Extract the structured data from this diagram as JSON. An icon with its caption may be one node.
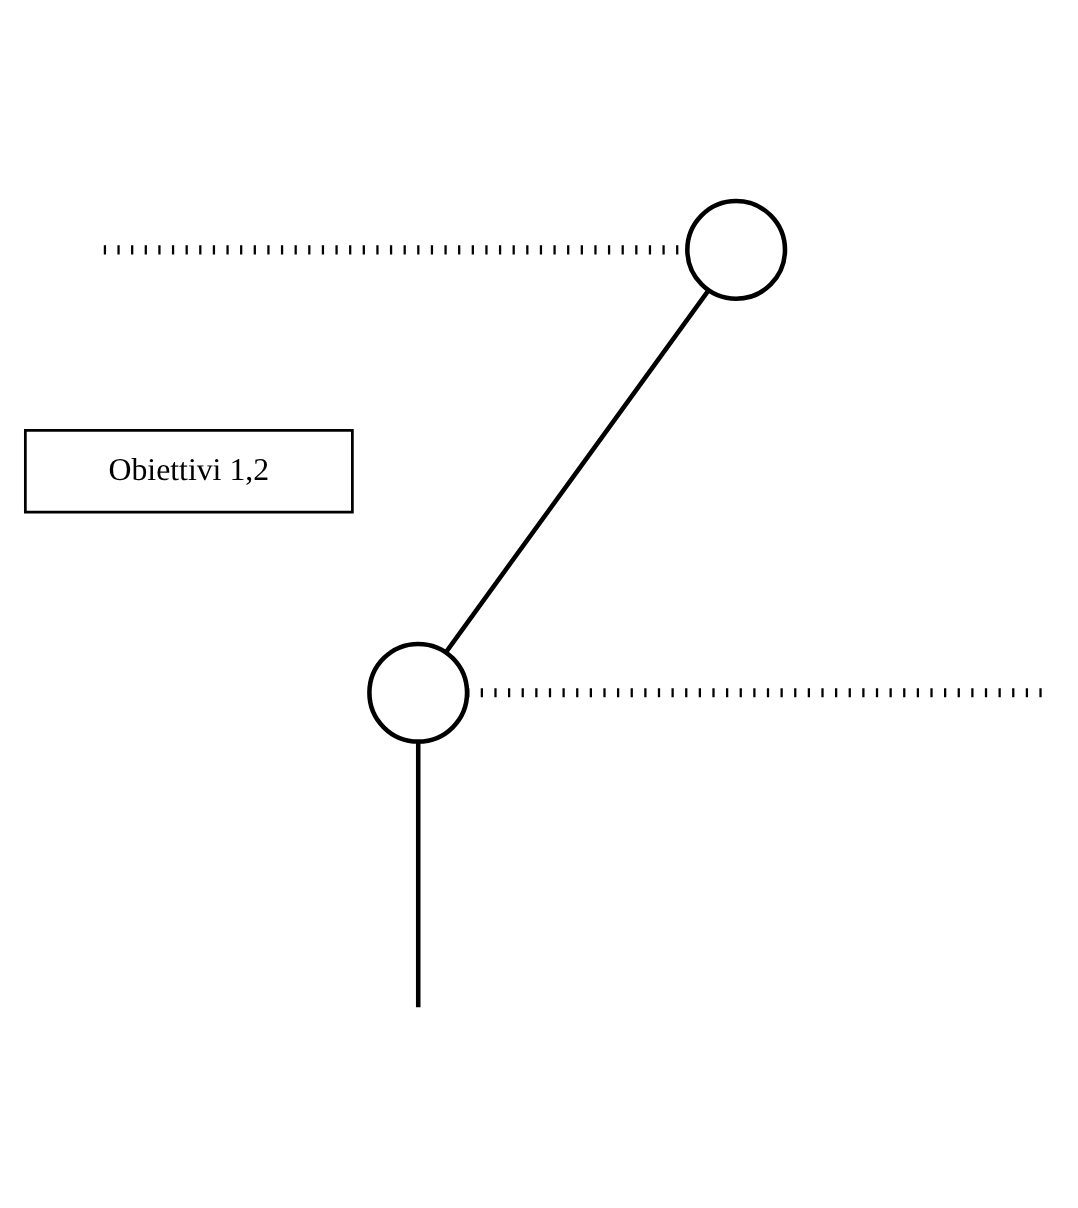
{
  "diagram": {
    "nodes": [
      {
        "text": [],
        "shape": "circle"
      },
      {
        "text": [
          "Obiettivi 1,2"
        ]
      },
      {
        "text": [],
        "shape": "circle"
      }
    ],
    "edges": [
      {
        "from": null,
        "to": 0,
        "arrow": "none",
        "style": "dashed"
      },
      {
        "from": 0,
        "to": 2,
        "arrow": "none"
      },
      {
        "from": 2,
        "to": null,
        "arrow": "none",
        "style": "dashed"
      },
      {
        "from": 2,
        "to": null,
        "arrow": "none"
      }
    ]
  }
}
